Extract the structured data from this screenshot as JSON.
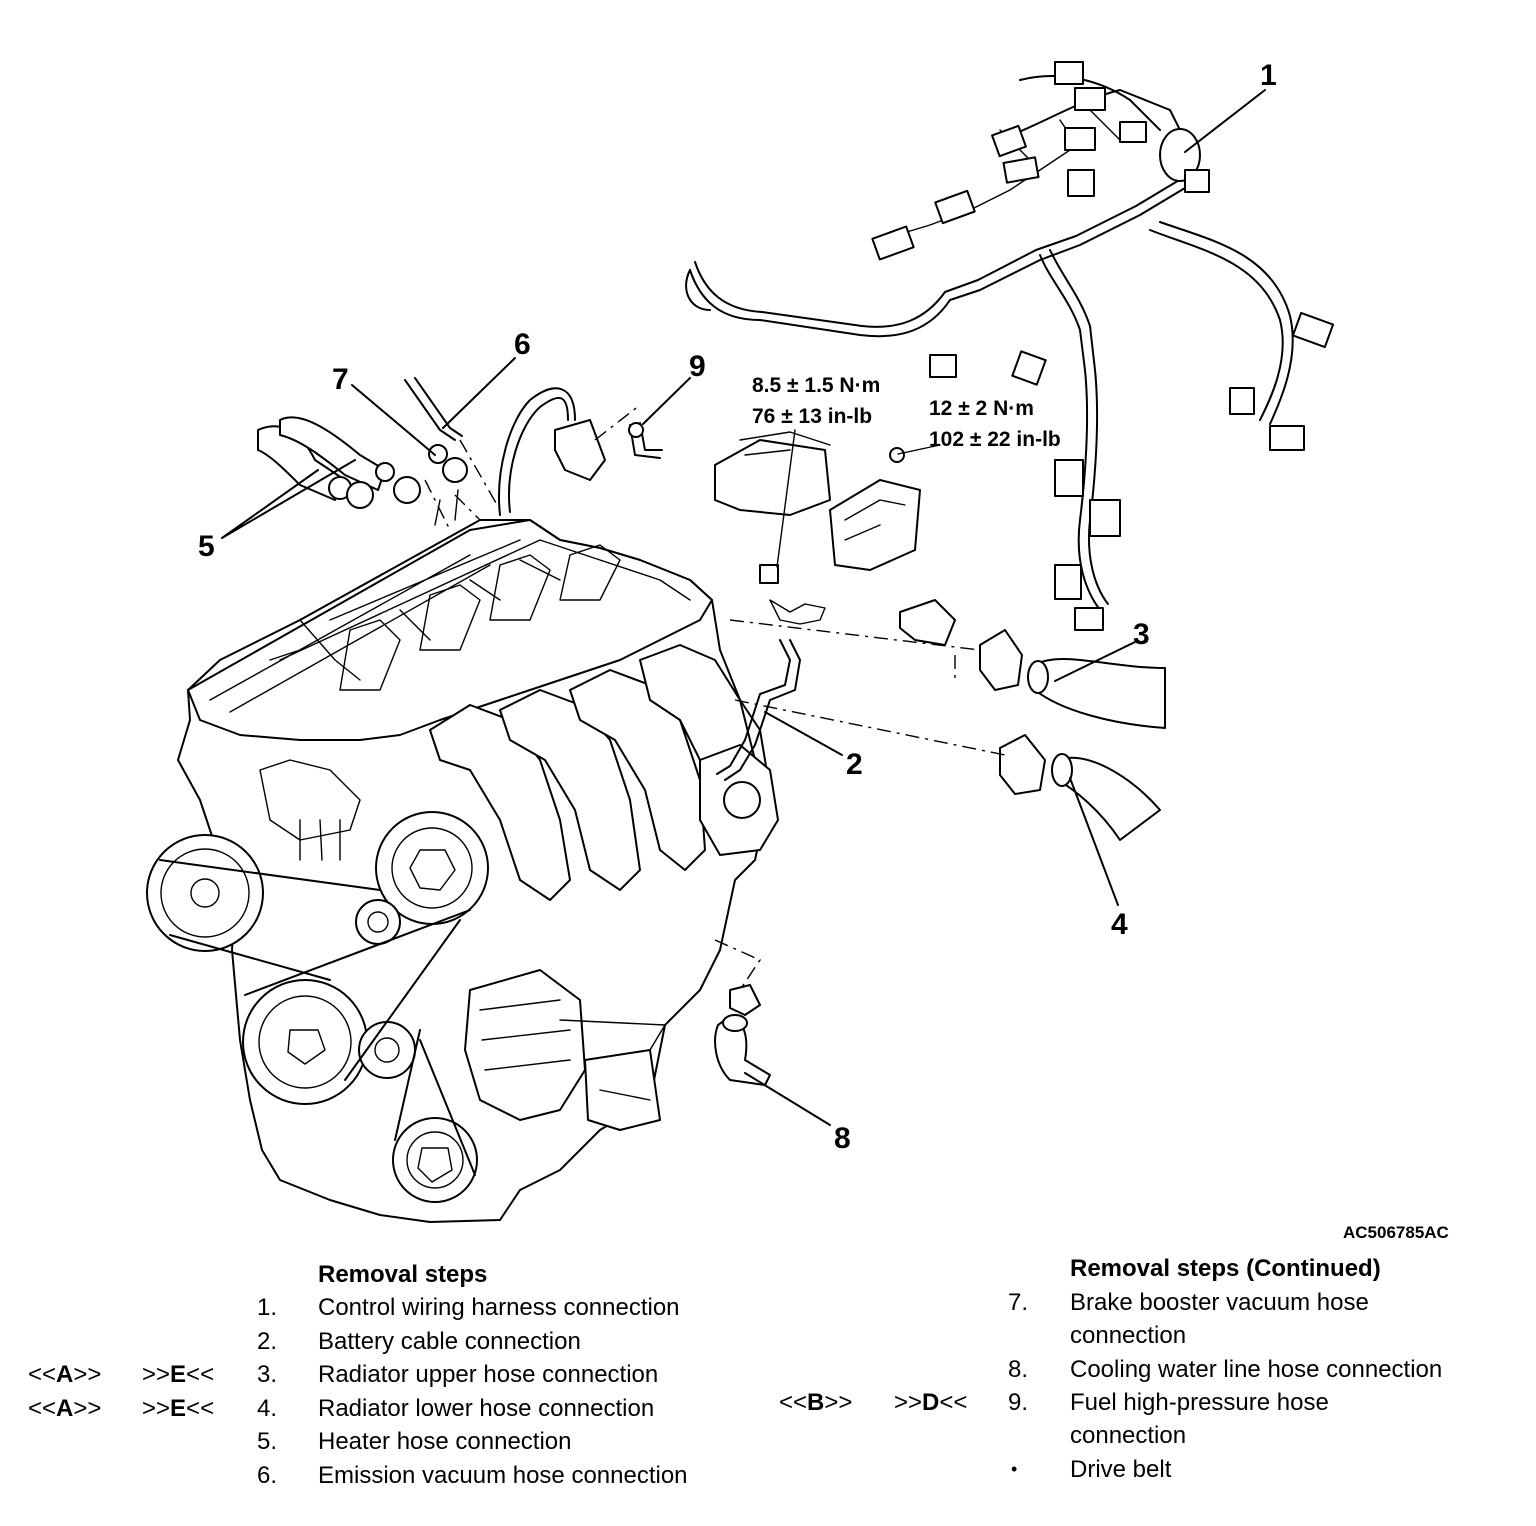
{
  "figure": {
    "id": "AC506785AC",
    "callouts": [
      "1",
      "2",
      "3",
      "4",
      "5",
      "6",
      "7",
      "8",
      "9"
    ],
    "torque_1": {
      "line1": "8.5 ± 1.5 N·m",
      "line2": "76 ± 13 in-lb"
    },
    "torque_2": {
      "line1": "12 ± 2 N·m",
      "line2": "102 ± 22 in-lb"
    }
  },
  "left_list": {
    "heading": "Removal steps",
    "steps": [
      {
        "num": "1.",
        "text": "Control wiring harness connection",
        "mark_a": "",
        "mark_b": ""
      },
      {
        "num": "2.",
        "text": "Battery cable connection",
        "mark_a": "",
        "mark_b": ""
      },
      {
        "num": "3.",
        "text": "Radiator upper hose connection",
        "mark_a": "<<A>>",
        "mark_b": ">>E<<"
      },
      {
        "num": "4.",
        "text": "Radiator lower hose connection",
        "mark_a": "<<A>>",
        "mark_b": ">>E<<"
      },
      {
        "num": "5.",
        "text": "Heater hose connection",
        "mark_a": "",
        "mark_b": ""
      },
      {
        "num": "6.",
        "text": "Emission vacuum hose connection",
        "mark_a": "",
        "mark_b": ""
      }
    ]
  },
  "right_list": {
    "heading": "Removal steps (Continued)",
    "steps": [
      {
        "num": "7.",
        "text": "Brake booster vacuum hose",
        "text2": "connection",
        "mark_a": "",
        "mark_b": ""
      },
      {
        "num": "8.",
        "text": "Cooling water line hose connection",
        "text2": "",
        "mark_a": "",
        "mark_b": ""
      },
      {
        "num": "9.",
        "text": "Fuel high-pressure hose",
        "text2": "connection",
        "mark_a": "<<B>>",
        "mark_b": ">>D<<"
      },
      {
        "num": "•",
        "text": "Drive belt",
        "text2": "",
        "mark_a": "",
        "mark_b": ""
      }
    ]
  }
}
